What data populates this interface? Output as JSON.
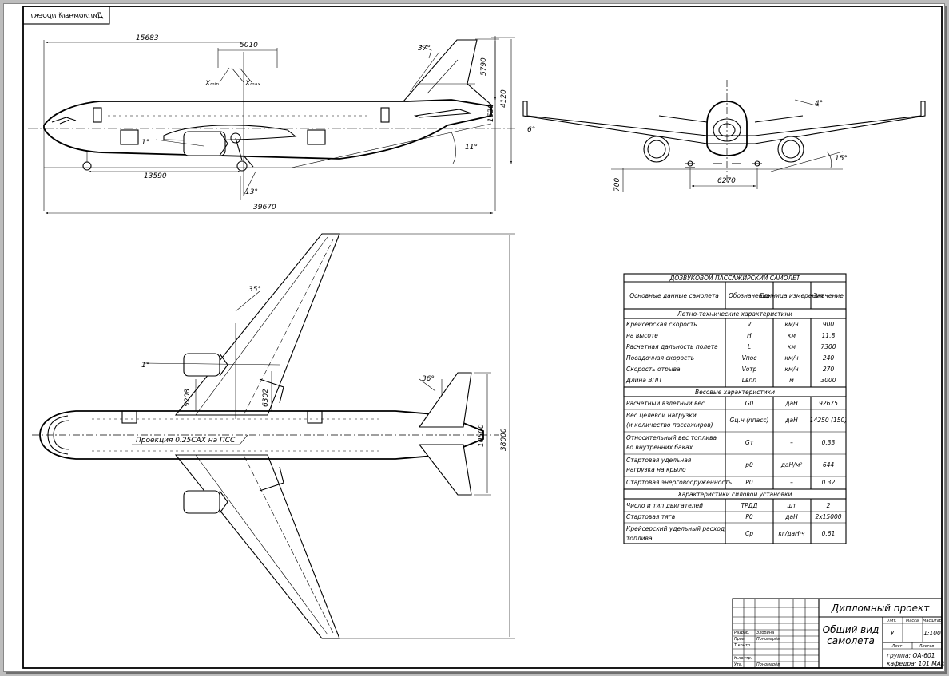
{
  "stamp": "Дипломный проект",
  "side_view": {
    "dim_nose_to_cg": "15683",
    "dim_cg_range": "5010",
    "label_xmin": "Xₘᵢₙ",
    "label_xmax": "Xₘₐₓ",
    "dim_fin_sweep": "37°",
    "dim_fin_height": "5790",
    "dim_fuselage_height": "4120",
    "dim_fuselage_tail": "1530",
    "dim_tailstrike": "11°",
    "dim_wing_incidence": "1°",
    "dim_wheelbase": "13590",
    "dim_gear_angle": "13°",
    "dim_length": "39670"
  },
  "front_view": {
    "dim_stab_dihedral": "4°",
    "dim_wing_dihedral": "6°",
    "dim_tipback_angle": "15°",
    "dim_ground_clearance": "700",
    "dim_track": "6270"
  },
  "top_view": {
    "dim_wing_sweep": "35°",
    "dim_engine_angle": "1°",
    "dim_engine_pos": "5208",
    "dim_chord": "6302",
    "dim_tail_sweep": "36°",
    "dim_tail_span": "10500",
    "dim_span": "38000",
    "projection_label": "Проекция 0.25САХ на ПСС"
  },
  "spec_table": {
    "title": "ДОЗВУКОВОЙ ПАССАЖИРСКИЙ САМОЛЕТ",
    "headers": [
      "Основные данные самолета",
      "Обозначение",
      "Единица измерения",
      "Значение"
    ],
    "sections": [
      {
        "title": "Летно-технические характеристики",
        "rows": [
          {
            "name": "Крейсерская скорость",
            "symbol": "V",
            "unit": "км/ч",
            "value": "900"
          },
          {
            "name": "на высоте",
            "symbol": "H",
            "unit": "км",
            "value": "11.8"
          },
          {
            "name": "Расчетная дальность полета",
            "symbol": "L",
            "unit": "км",
            "value": "7300"
          },
          {
            "name": "Посадочная скорость",
            "symbol": "Vпос",
            "unit": "км/ч",
            "value": "240"
          },
          {
            "name": "Скорость отрыва",
            "symbol": "Vотр",
            "unit": "км/ч",
            "value": "270"
          },
          {
            "name": "Длина ВПП",
            "symbol": "Lвпп",
            "unit": "м",
            "value": "3000"
          }
        ]
      },
      {
        "title": "Весовые характеристики",
        "rows": [
          {
            "name": "Расчетный взлетный вес",
            "symbol": "G0",
            "unit": "даН",
            "value": "92675"
          },
          {
            "name": "Вес целевой нагрузки",
            "name2": "(и количество пассажиров)",
            "symbol": "Gц.н (nпасс)",
            "unit": "даН",
            "value": "14250 (150)"
          },
          {
            "name": "Относительный вес топлива",
            "name2": "во внутренних баках",
            "symbol": "Gт",
            "unit": "–",
            "value": "0.33"
          },
          {
            "name": "Стартовая удельная",
            "name2": "нагрузка на крыло",
            "symbol": "p0",
            "unit": "даН/м²",
            "value": "644"
          },
          {
            "name": "Стартовая энерговооруженность",
            "symbol": "P0",
            "unit": "–",
            "value": "0.32"
          }
        ]
      },
      {
        "title": "Характеристики силовой установки",
        "rows": [
          {
            "name": "Число и тип двигателей",
            "symbol": "ТРДД",
            "unit": "шт",
            "value": "2"
          },
          {
            "name": "Стартовая тяга",
            "symbol": "P0",
            "unit": "даН",
            "value": "2х15000"
          },
          {
            "name": "Крейсерский удельный расход",
            "name2": "топлива",
            "symbol": "Cp",
            "unit": "кг/даН·ч",
            "value": "0.61"
          }
        ]
      }
    ]
  },
  "title_block": {
    "project": "Дипломный проект",
    "title_line1": "Общий вид",
    "title_line2": "самолета",
    "stage": "У",
    "scale": "1:100",
    "group": "группа: ОА-601",
    "department": "кафедра: 101 МАИ",
    "col_stage": "Лит.",
    "col_mass": "Масса",
    "col_scale": "Масштаб",
    "sheet_label": "Лист",
    "sheets_label": "Листов",
    "roles": [
      "Разраб.",
      "Пров.",
      "Т.контр.",
      "Н.контр.",
      "Утв."
    ],
    "names": [
      "Злобина",
      "Пономарёв",
      "",
      "",
      "Пономарёв"
    ]
  }
}
